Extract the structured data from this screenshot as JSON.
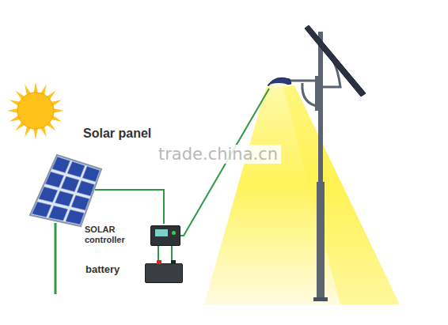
{
  "diagram": {
    "nodes": [
      {
        "text": [
          "Solar panel"
        ]
      },
      {
        "text": [
          "SOLAR controller"
        ]
      },
      {
        "text": [
          "battery"
        ]
      }
    ],
    "edges": [
      {
        "from": 0,
        "to": 1,
        "arrow": "none"
      },
      {
        "from": 1,
        "to": 2,
        "arrow": "none"
      }
    ],
    "labels": [
      "trade.china.cn"
    ]
  }
}
